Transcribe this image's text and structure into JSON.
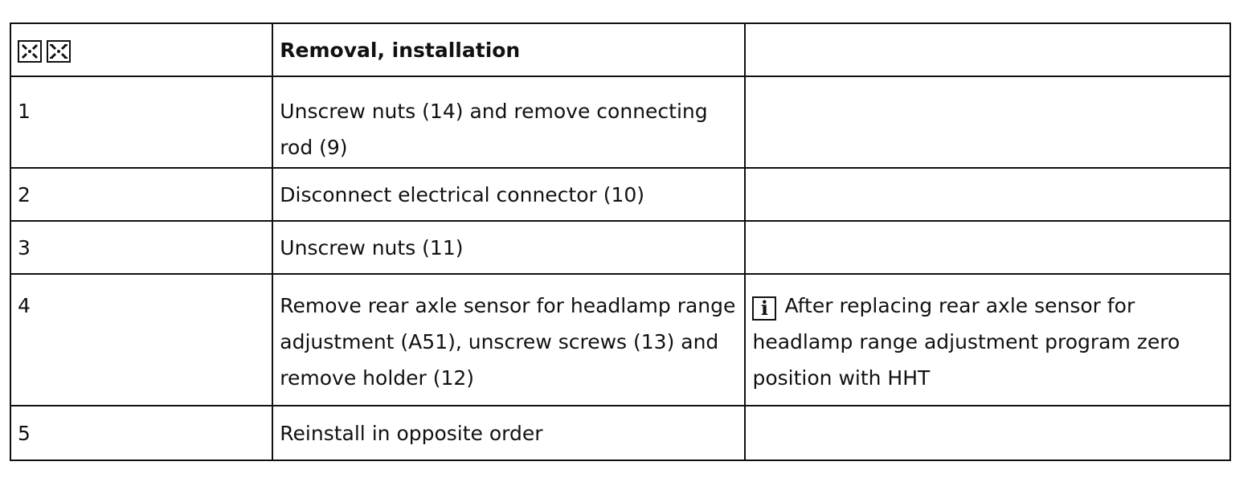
{
  "header": {
    "tool_icons": [
      "removal-tool-icon",
      "installation-tool-icon"
    ],
    "title": "Removal, installation",
    "note": ""
  },
  "steps": [
    {
      "number": "1",
      "action": "Unscrew nuts (14) and remove connecting rod (9)",
      "note": ""
    },
    {
      "number": "2",
      "action": "Disconnect electrical connector (10)",
      "note": ""
    },
    {
      "number": "3",
      "action": "Unscrew nuts (11)",
      "note": ""
    },
    {
      "number": "4",
      "action": "Remove rear axle sensor for headlamp range adjustment (A51), unscrew screws (13) and remove holder (12)",
      "note_icon": "info-icon",
      "note": "After replacing rear axle sensor for headlamp range adjustment program zero position with HHT"
    },
    {
      "number": "5",
      "action": "Reinstall in opposite order",
      "note": ""
    }
  ]
}
